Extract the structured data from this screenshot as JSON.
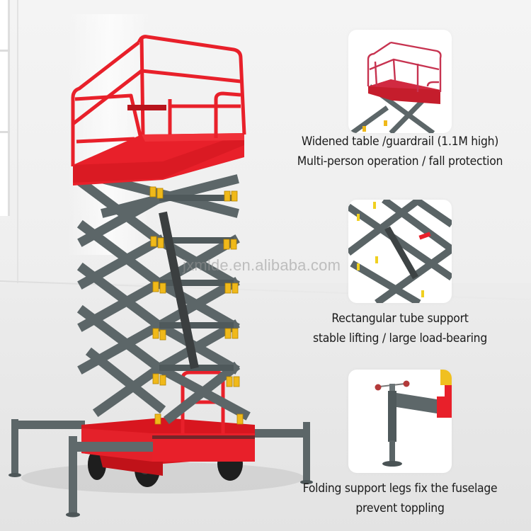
{
  "watermark": "jxmlde.en.alibaba.com",
  "colors": {
    "platform_red": "#e8202a",
    "scissor_gray": "#5c6668",
    "bumper_yellow": "#f0b91a",
    "caption_text": "#1a1a1a",
    "card_bg": "#ffffff"
  },
  "features": [
    {
      "id": "guardrail",
      "icon": "platform-guardrail-icon",
      "lines": [
        "Widened table /guardrail (1.1M high)",
        "Multi-person operation / fall protection"
      ]
    },
    {
      "id": "tube",
      "icon": "scissor-tube-icon",
      "lines": [
        "Rectangular tube support",
        "stable lifting / large load-bearing"
      ]
    },
    {
      "id": "legs",
      "icon": "support-leg-icon",
      "lines": [
        "Folding support legs fix the fuselage",
        "prevent toppling"
      ]
    }
  ]
}
